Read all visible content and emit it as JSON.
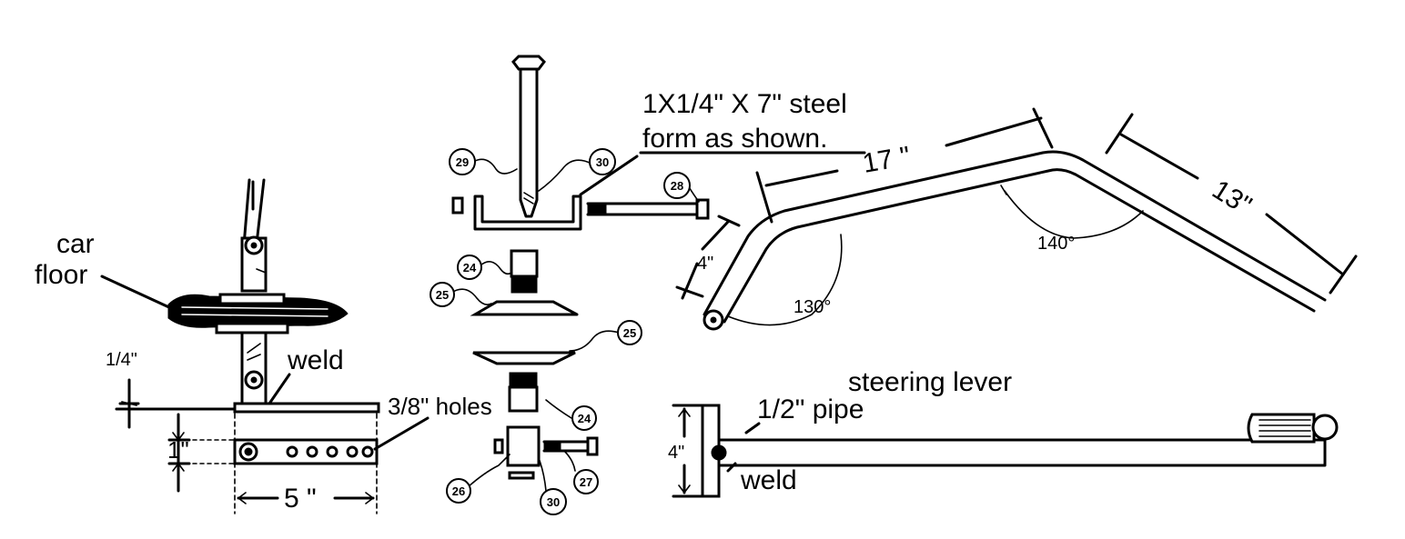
{
  "labels": {
    "car_floor_line1": "car",
    "car_floor_line2": "floor",
    "quarter_inch": "1/4\"",
    "weld_top": "weld",
    "holes": "3/8\" holes",
    "one_inch": "1\"",
    "five_inch": "5 \"",
    "steel_line1": "1X1/4\" X 7\" steel",
    "steel_line2": "form as shown.",
    "dim_17": "17 \"",
    "dim_13": "13\"",
    "dim_4_bent": "4\"",
    "angle_140": "140°",
    "angle_130": "130°",
    "steering_lever": "steering lever",
    "half_pipe": "1/2\" pipe",
    "dim_4_lever": "4\"",
    "weld_lever": "weld"
  },
  "callouts": {
    "c29_top": "29",
    "c30_top": "30",
    "c28": "28",
    "c24_top": "24",
    "c25_top": "25",
    "c25_mid": "25",
    "c24_mid": "24",
    "c26": "26",
    "c30_bot": "30",
    "c27": "27"
  }
}
